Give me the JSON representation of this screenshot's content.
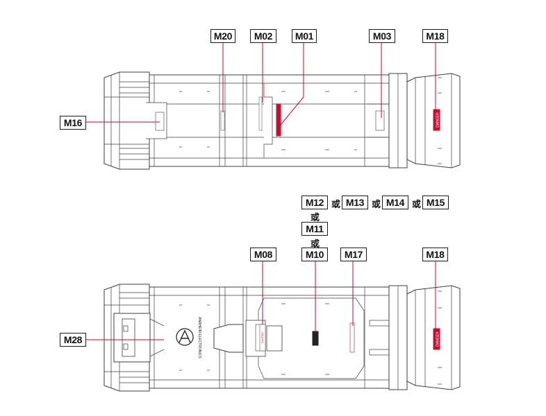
{
  "colors": {
    "leader": "#d4002a",
    "outline": "#3c3c3c",
    "decal": "#c8102e"
  },
  "connector_word": "或",
  "top_view": {
    "labels": {
      "m20": "M20",
      "m02": "M02",
      "m01": "M01",
      "m03": "M03",
      "m18": "M18",
      "m16": "M16"
    },
    "decals": {
      "danger": "DANGER"
    }
  },
  "bottom_view": {
    "labels": {
      "m12": "M12",
      "m13": "M13",
      "m14": "M14",
      "m15": "M15",
      "m11": "M11",
      "m10": "M10",
      "m17": "M17",
      "m18": "M18",
      "m08": "M08",
      "m28": "M28"
    },
    "decals": {
      "brand": "ANAHEIM ELECTRONICS",
      "danger": "DANGER",
      "caution": "CAUTION"
    }
  }
}
